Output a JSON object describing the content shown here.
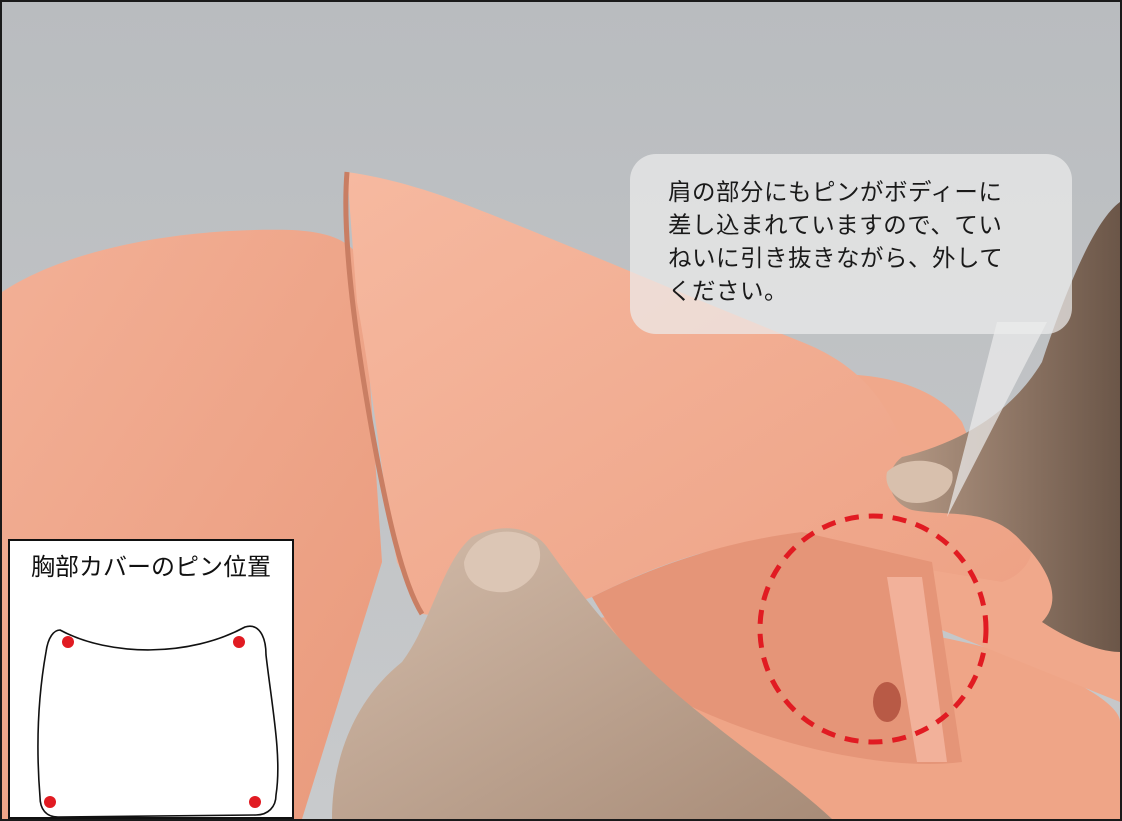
{
  "callout": {
    "lines": [
      "肩の部分にもピンがボディーに",
      "差し込まれていますので、てい",
      "ねいに引き抜きながら、外して",
      "ください。"
    ]
  },
  "inset": {
    "title": "胸部カバーのピン位置",
    "pin_color": "#e11b22"
  },
  "colors": {
    "background": "#bfc2c5",
    "skin": "#f0a98e",
    "hand": "#c7b09d",
    "highlight_circle": "#e11b22"
  }
}
